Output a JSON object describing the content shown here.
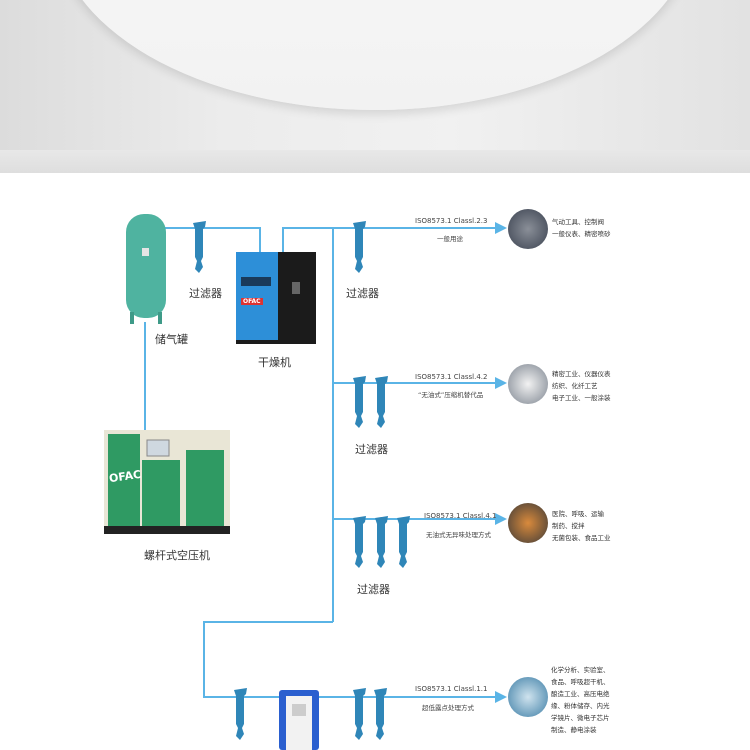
{
  "colors": {
    "pipe": "#5ab4e6",
    "filter": "#2f86b8",
    "tank": "#4fb3a0",
    "compressor": "#2f9a63",
    "dryer": "#2d8fd8"
  },
  "labels": {
    "tank": "储气罐",
    "filter_tank": "过滤器",
    "dryer": "干燥机",
    "compressor": "螺杆式空压机",
    "filter_1": "过滤器",
    "filter_2": "过滤器",
    "filter_3": "过滤器",
    "compressor_logo": "OFAC",
    "dryer_logo": "OFAC"
  },
  "branches": [
    {
      "standard": "ISO8573.1 Classl.2.3",
      "desc": "一般用途",
      "uses": [
        "气动工具、控制阀",
        "一般仪表、精密喷砂"
      ]
    },
    {
      "standard": "ISO8573.1 Classl.4.2",
      "desc": "“无油式”压缩机替代品",
      "uses": [
        "精密工业、仪器仪表",
        "纺织、化纤工艺",
        "电子工业、一般涂装"
      ]
    },
    {
      "standard": "ISO8573.1 Classl.4.1",
      "desc": "无油式无异味处理方式",
      "uses": [
        "医院、呼吸、运输",
        "制药、搅拌",
        "无菌包装、食品工业"
      ]
    },
    {
      "standard": "ISO8573.1 Classl.1.1",
      "desc": "超低露点处理方式",
      "uses": [
        "化学分析、实验室、",
        "食品、呼吸超干机、",
        "酿造工业、高压电绝",
        "缘、粉体储存、内光",
        "学镜片、微电子芯片",
        "制造、静电涂装"
      ]
    }
  ]
}
